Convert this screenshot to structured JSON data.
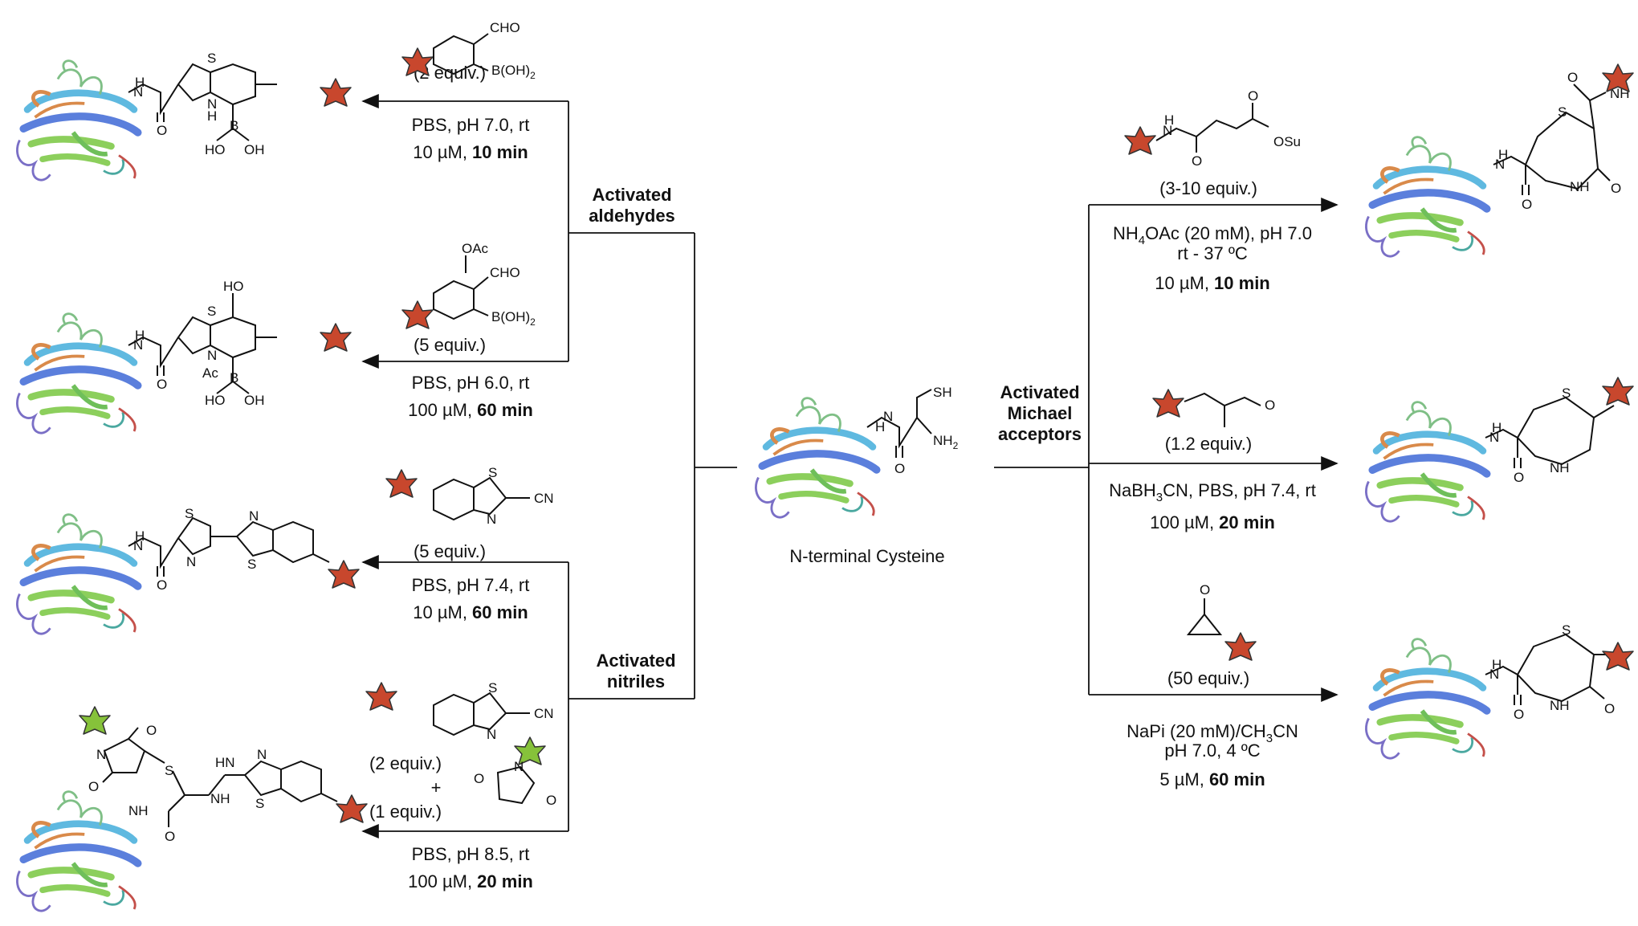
{
  "center": {
    "label": "N-terminal Cysteine"
  },
  "groups": {
    "aldehydes_line1": "Activated",
    "aldehydes_line2": "aldehydes",
    "nitriles_line1": "Activated",
    "nitriles_line2": "nitriles",
    "michael_line1": "Activated",
    "michael_line2": "Michael",
    "michael_line3": "acceptors"
  },
  "left_reactions": [
    {
      "equiv": "(2 equiv.)",
      "cond1": "PBS, pH 7.0, rt",
      "conc": "10 µM, ",
      "time": "10 min"
    },
    {
      "equiv": "(5 equiv.)",
      "cond1": "PBS, pH 6.0, rt",
      "conc": "100 µM, ",
      "time": "60 min"
    },
    {
      "equiv": "(5 equiv.)",
      "cond1": "PBS, pH 7.4, rt",
      "conc": "10 µM, ",
      "time": "60 min"
    },
    {
      "equiv_a": "(2 equiv.)",
      "plus": "+",
      "equiv_b": "(1 equiv.)",
      "cond1": "PBS, pH 8.5, rt",
      "conc": "100 µM, ",
      "time": "20 min"
    }
  ],
  "right_reactions": [
    {
      "equiv": "(3-10 equiv.)",
      "cond1_a": "NH",
      "cond1_sub": "4",
      "cond1_b": "OAc (20 mM), pH 7.0",
      "cond2": "rt - 37 ºC",
      "conc": "10 µM, ",
      "time": "10 min"
    },
    {
      "equiv": "(1.2 equiv.)",
      "cond1_a": "NaBH",
      "cond1_sub": "3",
      "cond1_b": "CN, PBS, pH 7.4, rt",
      "conc": "100 µM, ",
      "time": "20 min"
    },
    {
      "equiv": "(50 equiv.)",
      "cond1_a": "NaPi (20 mM)/CH",
      "cond1_sub": "3",
      "cond1_b": "CN",
      "cond2": "pH 7.0, 4 ºC",
      "conc": "5 µM, ",
      "time": "60 min"
    }
  ],
  "atoms": {
    "cho": "CHO",
    "boh2": "B(OH)",
    "boh2_sub": "2",
    "oac": "OAc",
    "ho": "HO",
    "oh": "OH",
    "b": "B",
    "s": "S",
    "n": "N",
    "h": "H",
    "nh": "NH",
    "hn": "HN",
    "o": "O",
    "ac": "Ac",
    "cn": "CN",
    "osu": "OSu",
    "sh": "SH",
    "nh2": "NH",
    "nh2_sub": "2",
    "imine": "HN=",
    "h_dot": "H"
  },
  "colors": {
    "star_red": "#c8472d",
    "star_green": "#86c23a",
    "star_outline": "#333333",
    "protein_blue": "#5b7fdc",
    "protein_cyan": "#5fb9e0",
    "protein_green": "#8ccf5c",
    "protein_orange": "#d98a4a",
    "protein_purple": "#7a6fc6",
    "protein_teal": "#4aa8a0",
    "protein_red": "#c4504a"
  },
  "icons": [
    "red-star-icon",
    "green-star-icon",
    "protein-ribbon-icon"
  ]
}
